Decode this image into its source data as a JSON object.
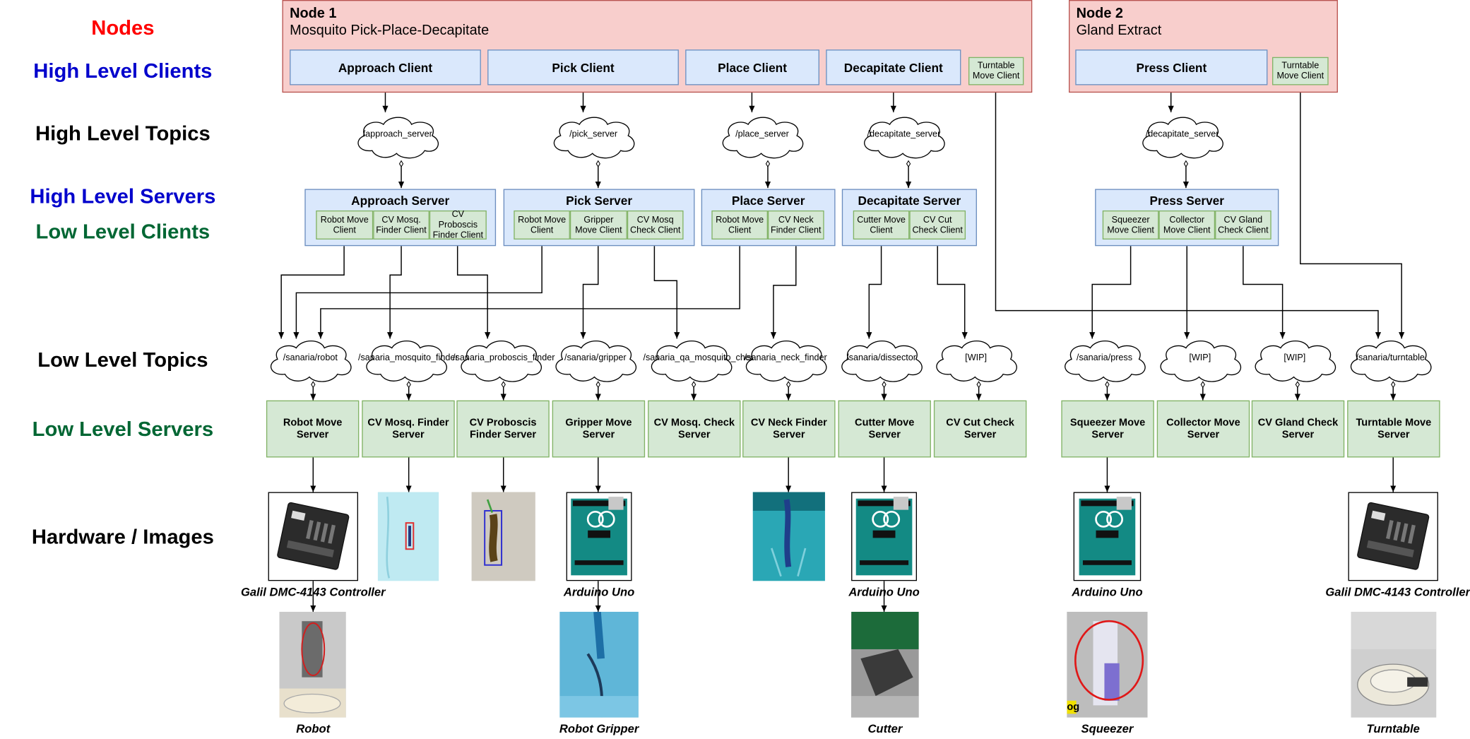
{
  "row_labels": {
    "nodes": "Nodes",
    "high_level_clients": "High Level Clients",
    "high_level_topics": "High Level Topics",
    "high_level_servers": "High Level Servers",
    "low_level_clients": "Low Level Clients",
    "low_level_topics": "Low Level Topics",
    "low_level_servers": "Low Level Servers",
    "hardware_images": "Hardware / Images"
  },
  "colors": {
    "nodes_label": "#ff0000",
    "blue_label": "#0000cc",
    "green_label": "#006633",
    "node_fill": "#f8cecc",
    "client_fill": "#dae8fc",
    "server_fill": "#d5e8d4"
  },
  "node1": {
    "title": "Node 1",
    "subtitle": "Mosquito Pick-Place-Decapitate",
    "clients": [
      "Approach Client",
      "Pick Client",
      "Place Client",
      "Decapitate Client"
    ],
    "turntable_client": "Turntable Move Client"
  },
  "node2": {
    "title": "Node 2",
    "subtitle": "Gland Extract",
    "clients": [
      "Press Client"
    ],
    "turntable_client": "Turntable Move Client"
  },
  "high_topics": [
    "/approach_server",
    "/pick_server",
    "/place_server",
    "/decapitate_server",
    "/decapitate_server"
  ],
  "high_servers": [
    {
      "title": "Approach Server",
      "clients": [
        "Robot Move Client",
        "CV Mosq. Finder Client",
        "CV Proboscis Finder Client"
      ]
    },
    {
      "title": "Pick Server",
      "clients": [
        "Robot Move Client",
        "Gripper Move Client",
        "CV Mosq Check Client"
      ]
    },
    {
      "title": "Place Server",
      "clients": [
        "Robot Move Client",
        "CV Neck Finder Client"
      ]
    },
    {
      "title": "Decapitate Server",
      "clients": [
        "Cutter Move Client",
        "CV Cut Check Client"
      ]
    },
    {
      "title": "Press Server",
      "clients": [
        "Squeezer Move Client",
        "Collector Move Client",
        "CV Gland Check Client"
      ]
    }
  ],
  "low_topics": [
    "/sanaria/robot",
    "/sanaria_mosquito_finder",
    "/sanaria_proboscis_finder",
    "/sanaria/gripper",
    "/sanaria_qa_mosquito_check",
    "/sanaria_neck_finder",
    "/sanaria/dissector",
    "[WIP]",
    "/sanaria/press",
    "[WIP]",
    "[WIP]",
    "/sanaria/turntable"
  ],
  "low_servers": [
    "Robot Move Server",
    "CV Mosq. Finder Server",
    "CV Proboscis Finder Server",
    "Gripper Move Server",
    "CV Mosq. Check Server",
    "CV Neck Finder Server",
    "Cutter Move Server",
    "CV Cut Check Server",
    "Squeezer Move Server",
    "Collector Move Server",
    "CV Gland Check Server",
    "Turntable Move Server"
  ],
  "hardware_captions": [
    "Galil DMC-4143 Controller",
    "Arduino Uno",
    "Arduino Uno",
    "Arduino Uno",
    "Galil DMC-4143 Controller"
  ],
  "device_captions": [
    "Robot",
    "Robot Gripper",
    "Cutter",
    "Squeezer",
    "Turntable"
  ],
  "photo_text": {
    "squeezer_corner": "og"
  }
}
